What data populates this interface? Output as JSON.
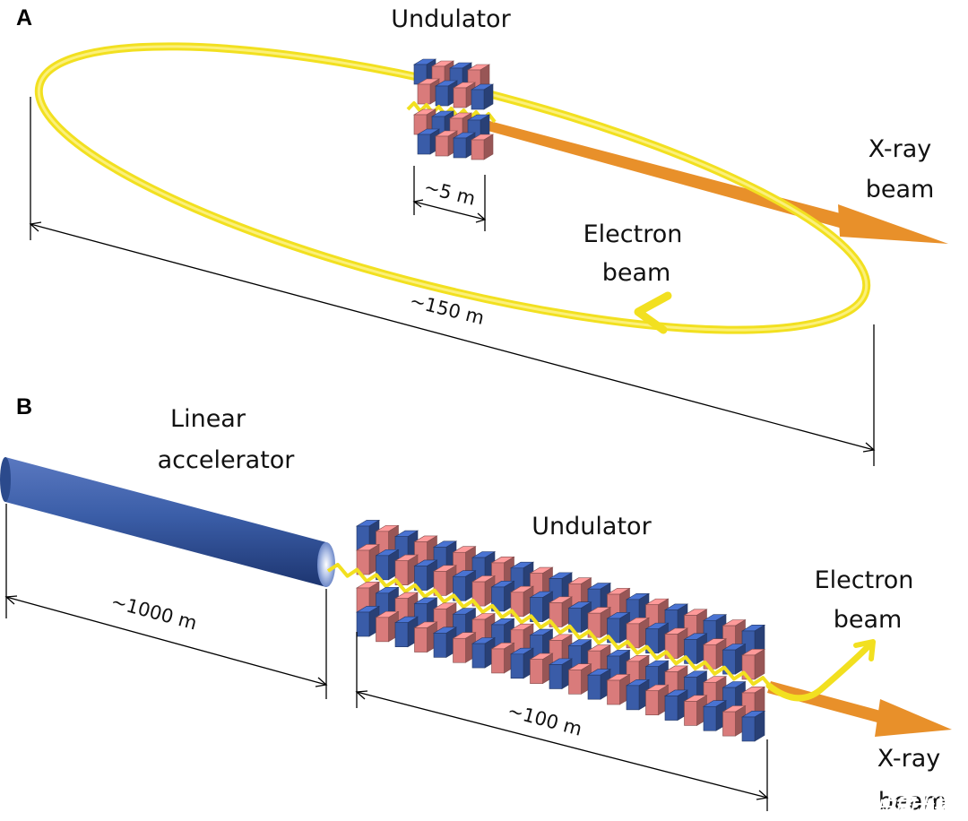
{
  "panels": {
    "a": {
      "label": "A",
      "undulator": "Undulator",
      "undulator_length": "~5 m",
      "ring_length": "~150 m",
      "xray_line1": "X-ray",
      "xray_line2": "beam",
      "electron_line1": "Electron",
      "electron_line2": "beam"
    },
    "b": {
      "label": "B",
      "linac_line1": "Linear",
      "linac_line2": "accelerator",
      "linac_length": "~1000 m",
      "undulator": "Undulator",
      "undulator_length": "~100 m",
      "electron_line1": "Electron",
      "electron_line2": "beam",
      "xray_line1": "X-ray",
      "xray_line2": "beam"
    }
  },
  "watermark": "澎湃号 @ 中国光学",
  "colors": {
    "electron_beam": "#f2e020",
    "xray_beam": "#e8902a",
    "magnet_blue": "#3a5ca8",
    "magnet_red": "#d97b7b",
    "linac": "#2e4f94"
  }
}
